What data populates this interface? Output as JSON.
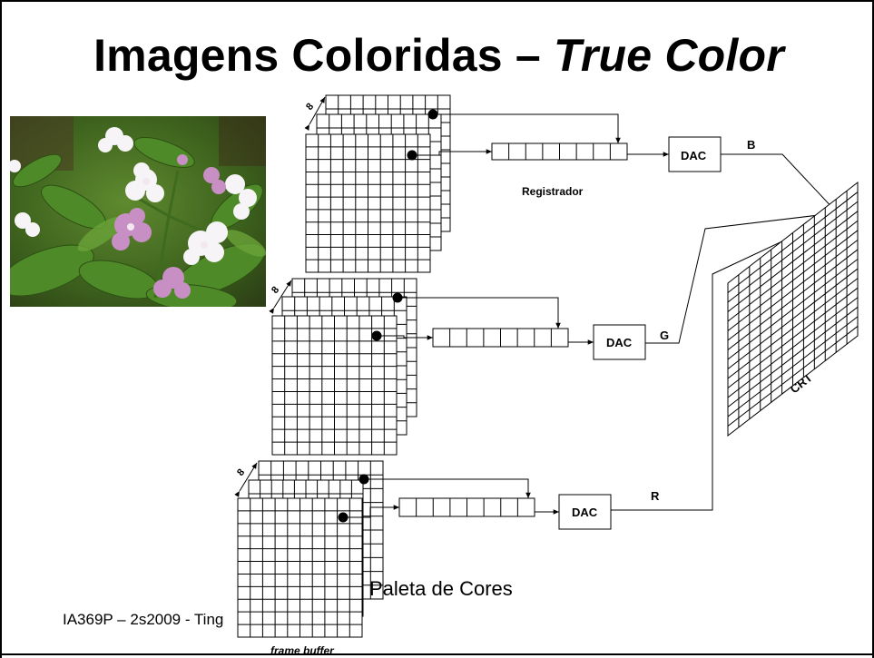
{
  "slide": {
    "title_main": "Imagens Coloridas – ",
    "title_italic": "True Color",
    "footer_left": "IA369P – 2s2009 - Ting",
    "footer_center": "Paleta de Cores"
  },
  "diagram": {
    "register_label": "Registrador",
    "dac_label": "DAC",
    "channel_b": "B",
    "channel_g": "G",
    "channel_r": "R",
    "plane_depth": "8",
    "display_label": "CRT",
    "frame_buffer_label": "frame buffer"
  },
  "photo": {
    "alt": "flowers-photo"
  }
}
